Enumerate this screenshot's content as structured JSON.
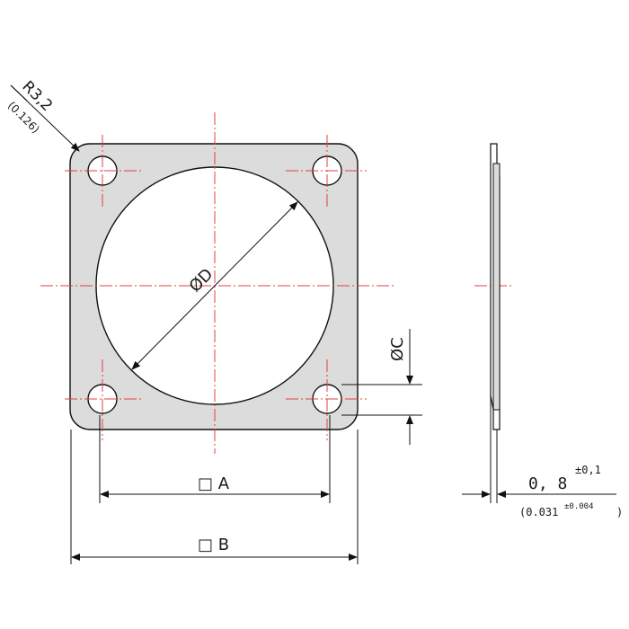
{
  "drawing": {
    "radius_label": "R3,2",
    "radius_inch": "(0.126)",
    "bore_label": "ØD",
    "hole_label": "ØC",
    "dim_a_label": "□ A",
    "dim_b_label": "□ B",
    "thickness": {
      "value": "0, 8",
      "tol": "±0,1",
      "inch_value": "(0.031",
      "inch_tol": "±0.004",
      "inch_close": ")"
    }
  },
  "colors": {
    "plate_fill": "#dcdcdc",
    "outline": "#111111",
    "centerline": "#e04040"
  }
}
